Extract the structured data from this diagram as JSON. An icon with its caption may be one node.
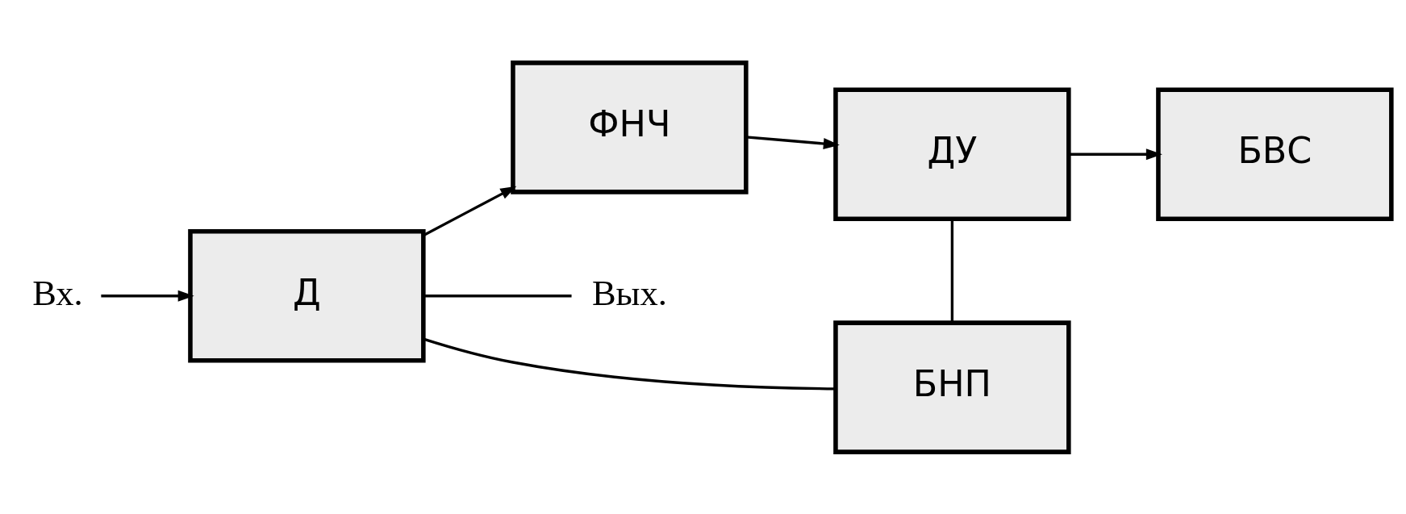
{
  "diagram": {
    "nodes": [
      {
        "text": [
          "Вх."
        ]
      },
      {
        "text": [
          "Д"
        ]
      },
      {
        "text": [
          "ФНЧ"
        ]
      },
      {
        "text": [
          "ДУ"
        ]
      },
      {
        "text": [
          "БВС"
        ]
      },
      {
        "text": [
          "БНП"
        ]
      },
      {
        "text": [
          "Вых."
        ]
      }
    ],
    "edges": [
      {
        "from": 0,
        "to": 1,
        "arrow": "to"
      },
      {
        "from": 1,
        "to": 2,
        "arrow": "to"
      },
      {
        "from": 2,
        "to": 3,
        "arrow": "to"
      },
      {
        "from": 3,
        "to": 4,
        "arrow": "to"
      },
      {
        "from": 3,
        "to": 5,
        "arrow": "none"
      },
      {
        "from": 5,
        "to": 1,
        "arrow": "none"
      },
      {
        "from": 1,
        "to": 6,
        "arrow": "none"
      }
    ]
  }
}
